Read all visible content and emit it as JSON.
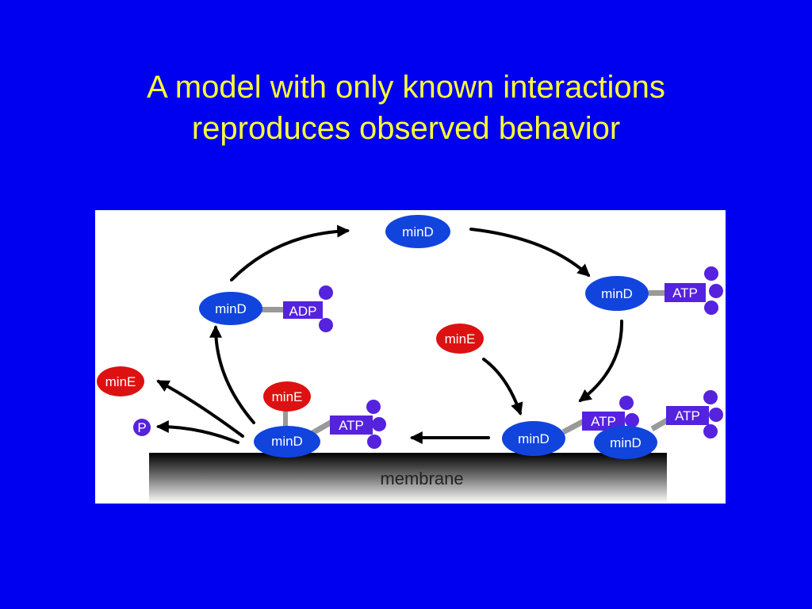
{
  "slide": {
    "title_line1": "A model with only known interactions",
    "title_line2": "reproduces observed behavior"
  },
  "colors": {
    "background": "#0000f0",
    "title": "#ffff33",
    "mind": "#1144dd",
    "mine": "#dd1111",
    "nucleotide": "#5522dd",
    "arrow": "#000000"
  },
  "diagram": {
    "mind_label": "minD",
    "mine_label": "minE",
    "adp_label": "ADP",
    "atp_label": "ATP",
    "phosphate_label": "P",
    "membrane_label": "membrane"
  }
}
